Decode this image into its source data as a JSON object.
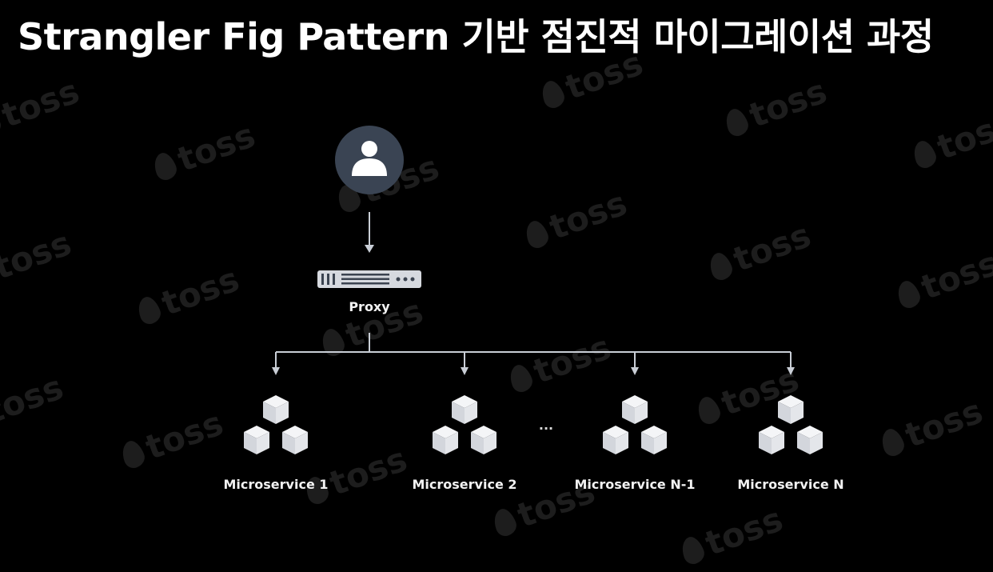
{
  "title": "Strangler Fig Pattern 기반 점진적 마이그레이션 과정",
  "watermark_text": "toss",
  "user": {
    "icon": "user-icon"
  },
  "proxy": {
    "label": "Proxy",
    "icon": "server-icon"
  },
  "services": [
    {
      "label": "Microservice 1",
      "icon": "cubes-icon"
    },
    {
      "label": "Microservice 2",
      "icon": "cubes-icon"
    },
    {
      "label": "Microservice N-1",
      "icon": "cubes-icon"
    },
    {
      "label": "Microservice N",
      "icon": "cubes-icon"
    }
  ],
  "ellipsis": "...",
  "colors": {
    "background": "#000000",
    "user_circle": "#3a4453",
    "connector": "#c9ced6",
    "cube_face": "#e8eaee",
    "server_body": "#d6d9df",
    "watermark": "#1d1d1d"
  }
}
